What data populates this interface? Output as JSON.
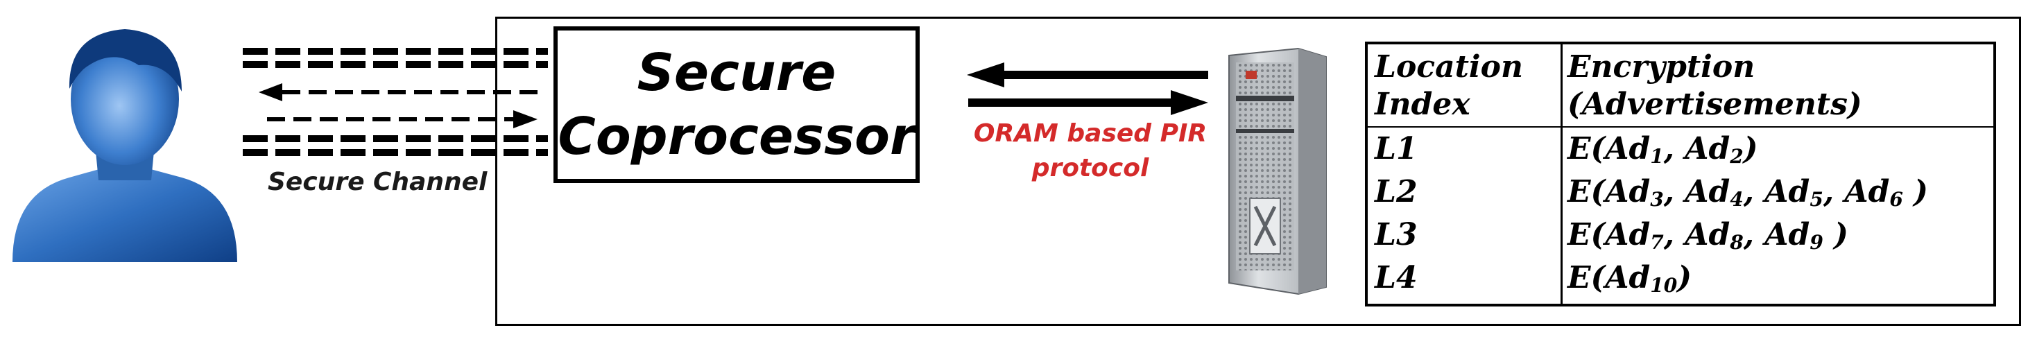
{
  "channel": {
    "label": "Secure Channel"
  },
  "coprocessor": {
    "line1": "Secure",
    "line2": "Coprocessor"
  },
  "pir": {
    "line1": "ORAM based PIR",
    "line2": "protocol"
  },
  "table": {
    "header_col1_line1": "Location",
    "header_col1_line2": "Index",
    "header_col2_line1": "Encryption",
    "header_col2_line2": "(Advertisements)",
    "rows": [
      {
        "index": "L1",
        "enc_prefix": "E(",
        "ads": [
          "1",
          "2"
        ],
        "enc_suffix": ")"
      },
      {
        "index": "L2",
        "enc_prefix": "E(",
        "ads": [
          "3",
          "4",
          "5",
          "6"
        ],
        "enc_suffix": " )"
      },
      {
        "index": "L3",
        "enc_prefix": "E(",
        "ads": [
          "7",
          "8",
          "9"
        ],
        "enc_suffix": " )"
      },
      {
        "index": "L4",
        "enc_prefix": "E(",
        "ads": [
          "10"
        ],
        "enc_suffix": ")"
      }
    ],
    "ad_prefix": "Ad"
  },
  "colors": {
    "user_body": "#2f6fc0",
    "user_dark": "#0f3f86",
    "pir_text": "#d42a2a",
    "server_silver": "#cfd2d5"
  },
  "icons": {
    "user": "user-silhouette-icon",
    "server": "server-rack-icon"
  }
}
